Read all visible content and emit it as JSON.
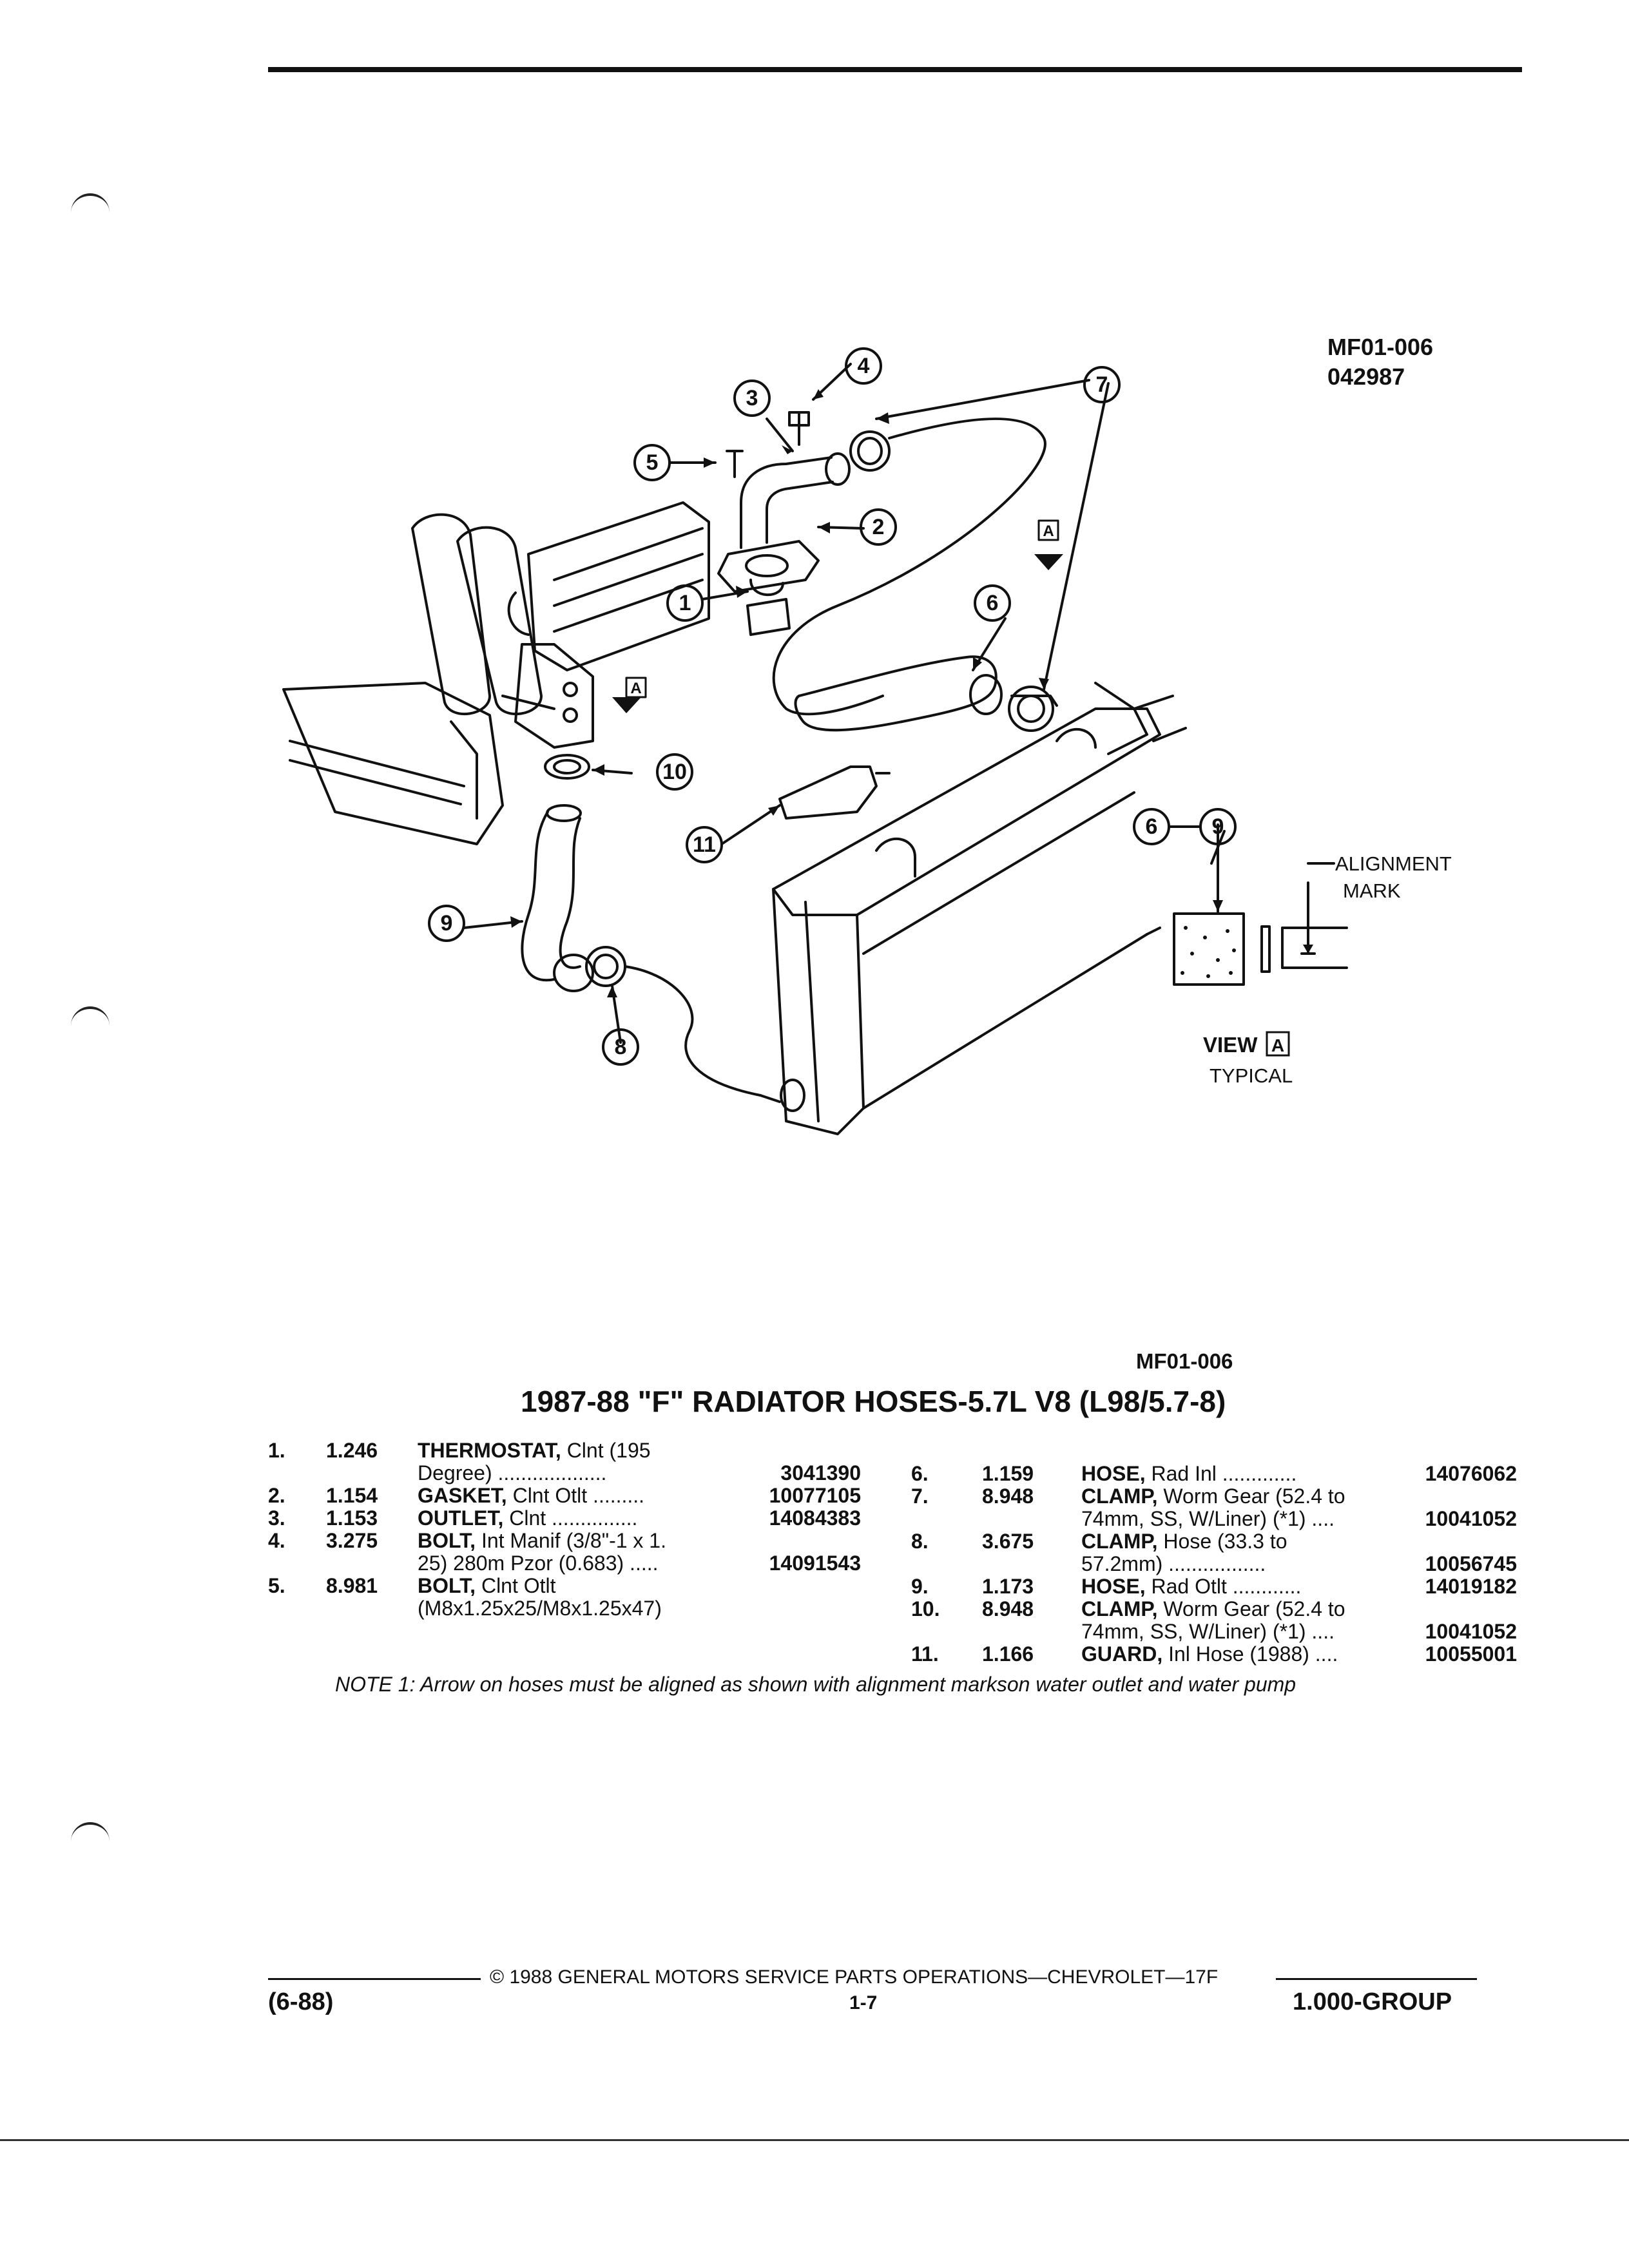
{
  "figure": {
    "code_lines": [
      "MF01-006",
      "042987"
    ],
    "reference": "MF01-006"
  },
  "diagram": {
    "callouts": [
      "1",
      "2",
      "3",
      "4",
      "5",
      "6",
      "7",
      "8",
      "9",
      "10",
      "11"
    ],
    "view_label": "VIEW",
    "view_letter": "A",
    "view_sub": "TYPICAL",
    "alignment_label_1": "ALIGNMENT",
    "alignment_label_2": "MARK",
    "pair_from": "6",
    "pair_to": "9",
    "arrow_letter": "A"
  },
  "title": "1987-88 \"F\" RADIATOR HOSES-5.7L V8 (L98/5.7-8)",
  "parts_left": [
    {
      "num": "1.",
      "ref": "1.246",
      "name": "THERMOSTAT,",
      "desc": " Clnt (195",
      "pn": ""
    },
    {
      "num": "",
      "ref": "",
      "name": "",
      "desc": "Degree) ...................",
      "pn": "3041390"
    },
    {
      "num": "2.",
      "ref": "1.154",
      "name": "GASKET,",
      "desc": " Clnt Otlt .........",
      "pn": "10077105"
    },
    {
      "num": "3.",
      "ref": "1.153",
      "name": "OUTLET,",
      "desc": " Clnt ...............",
      "pn": "14084383"
    },
    {
      "num": "4.",
      "ref": "3.275",
      "name": "BOLT,",
      "desc": " Int Manif (3/8\"-1 x 1.",
      "pn": ""
    },
    {
      "num": "",
      "ref": "",
      "name": "",
      "desc": "25) 280m Pzor (0.683) .....",
      "pn": "14091543"
    },
    {
      "num": "5.",
      "ref": "8.981",
      "name": "BOLT,",
      "desc": " Clnt Otlt",
      "pn": ""
    },
    {
      "num": "",
      "ref": "",
      "name": "",
      "desc": "(M8x1.25x25/M8x1.25x47)",
      "pn": ""
    }
  ],
  "parts_right": [
    {
      "num": "6.",
      "ref": "1.159",
      "name": "HOSE,",
      "desc": " Rad Inl .............",
      "pn": "14076062"
    },
    {
      "num": "7.",
      "ref": "8.948",
      "name": "CLAMP,",
      "desc": " Worm Gear (52.4 to",
      "pn": ""
    },
    {
      "num": "",
      "ref": "",
      "name": "",
      "desc": "74mm, SS, W/Liner) (*1) ....",
      "pn": "10041052"
    },
    {
      "num": "8.",
      "ref": "3.675",
      "name": "CLAMP,",
      "desc": " Hose (33.3 to",
      "pn": ""
    },
    {
      "num": "",
      "ref": "",
      "name": "",
      "desc": "57.2mm) .................",
      "pn": "10056745"
    },
    {
      "num": "9.",
      "ref": "1.173",
      "name": "HOSE,",
      "desc": " Rad Otlt ............",
      "pn": "14019182"
    },
    {
      "num": "10.",
      "ref": "8.948",
      "name": "CLAMP,",
      "desc": " Worm Gear (52.4 to",
      "pn": ""
    },
    {
      "num": "",
      "ref": "",
      "name": "",
      "desc": "74mm, SS, W/Liner) (*1) ....",
      "pn": "10041052"
    },
    {
      "num": "11.",
      "ref": "1.166",
      "name": "GUARD,",
      "desc": " Inl Hose (1988) ....",
      "pn": "10055001"
    }
  ],
  "note": "NOTE 1: Arrow on hoses must be aligned as shown with alignment markson water outlet and water pump",
  "footer": {
    "copyright": "© 1988 GENERAL MOTORS SERVICE PARTS OPERATIONS—CHEVROLET—17F",
    "date_code": "(6-88)",
    "page": "1-7",
    "group": "1.000-GROUP"
  }
}
